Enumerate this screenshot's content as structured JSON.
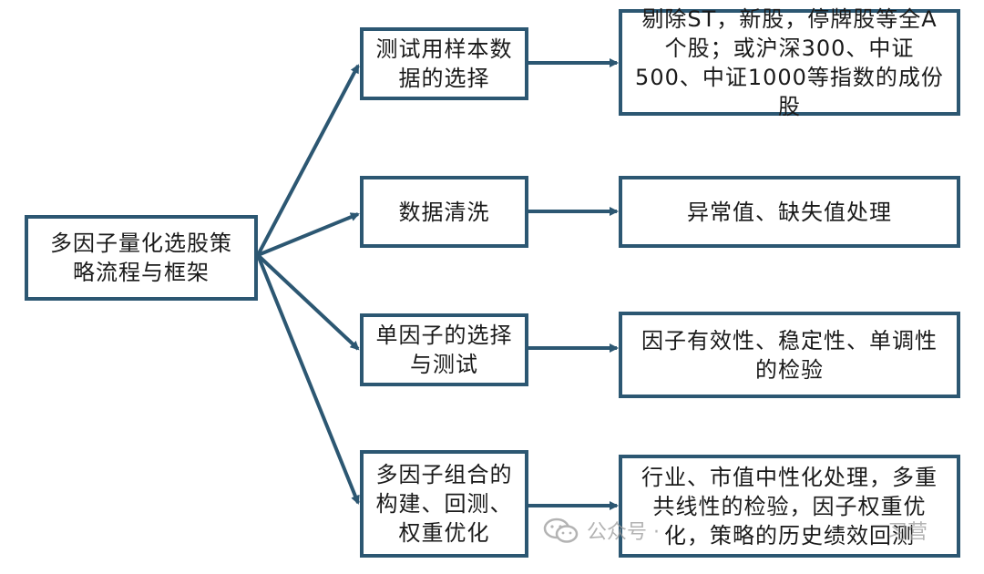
{
  "root": {
    "text": "多因子量化选股策略流程与框架"
  },
  "steps": [
    {
      "text": "测试用样本数据的选择",
      "detail": "剔除ST，新股，停牌股等全A个股；或沪深300、中证500、中证1000等指数的成份股"
    },
    {
      "text": "数据清洗",
      "detail": "异常值、缺失值处理"
    },
    {
      "text": "单因子的选择与测试",
      "detail": "因子有效性、稳定性、单调性的检验"
    },
    {
      "text": "多因子组合的构建、回测、权重优化",
      "detail": "行业、市值中性化处理，多重共线性的检验，因子权重优化，策略的历史绩效回测"
    }
  ],
  "watermark": {
    "text": "公众号 · ",
    "tail": "习营",
    "icon": "wechat-icon"
  },
  "colors": {
    "stroke": "#2c5772",
    "text": "#1a1a1a"
  }
}
